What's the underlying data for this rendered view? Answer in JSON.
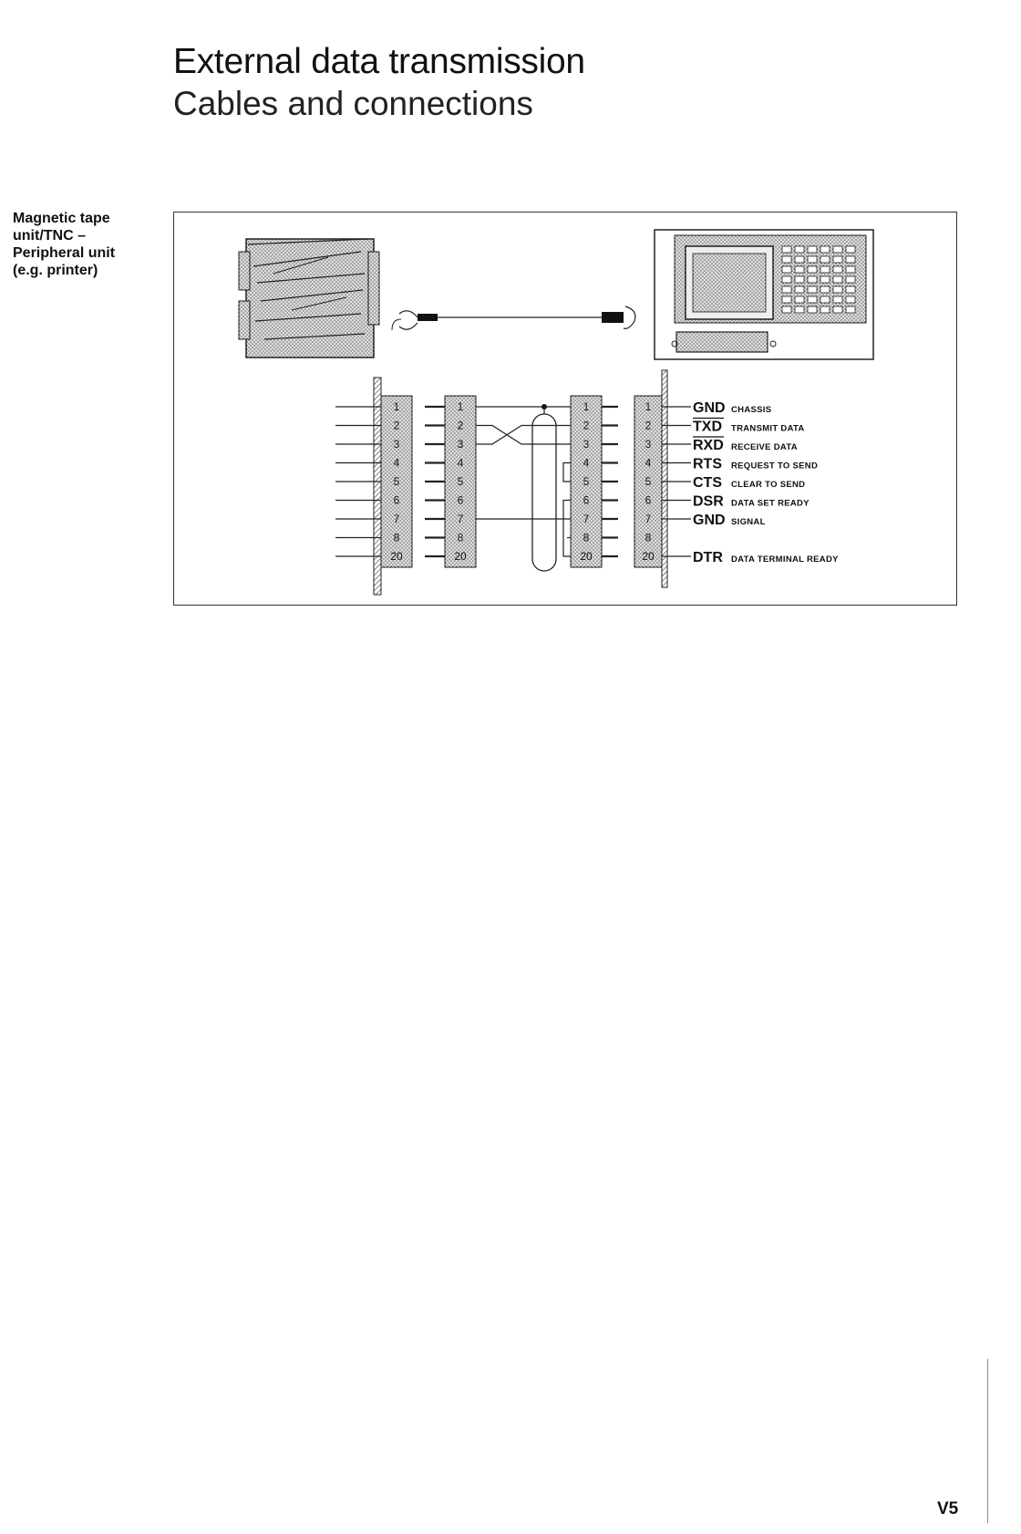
{
  "header": {
    "title": "External data transmission",
    "subtitle": "Cables and connections"
  },
  "side_label": {
    "lines": [
      "Magnetic tape",
      "unit/TNC –",
      "Peripheral unit",
      "(e.g. printer)"
    ]
  },
  "diagram": {
    "pins": [
      "1",
      "2",
      "3",
      "4",
      "5",
      "6",
      "7",
      "8",
      "20"
    ],
    "signals": [
      {
        "name": "GND",
        "desc": "CHASSIS",
        "overline": false
      },
      {
        "name": "TXD",
        "desc": "TRANSMIT DATA",
        "overline": true
      },
      {
        "name": "RXD",
        "desc": "RECEIVE DATA",
        "overline": true
      },
      {
        "name": "RTS",
        "desc": "REQUEST TO SEND",
        "overline": false
      },
      {
        "name": "CTS",
        "desc": "CLEAR TO SEND",
        "overline": false
      },
      {
        "name": "DSR",
        "desc": "DATA SET READY",
        "overline": false
      },
      {
        "name": "GND",
        "desc": "SIGNAL",
        "overline": false
      },
      {
        "name": "",
        "desc": "",
        "overline": false
      },
      {
        "name": "DTR",
        "desc": "DATA TERMINAL READY",
        "overline": false
      }
    ]
  },
  "footer": {
    "page_number": "V5"
  }
}
